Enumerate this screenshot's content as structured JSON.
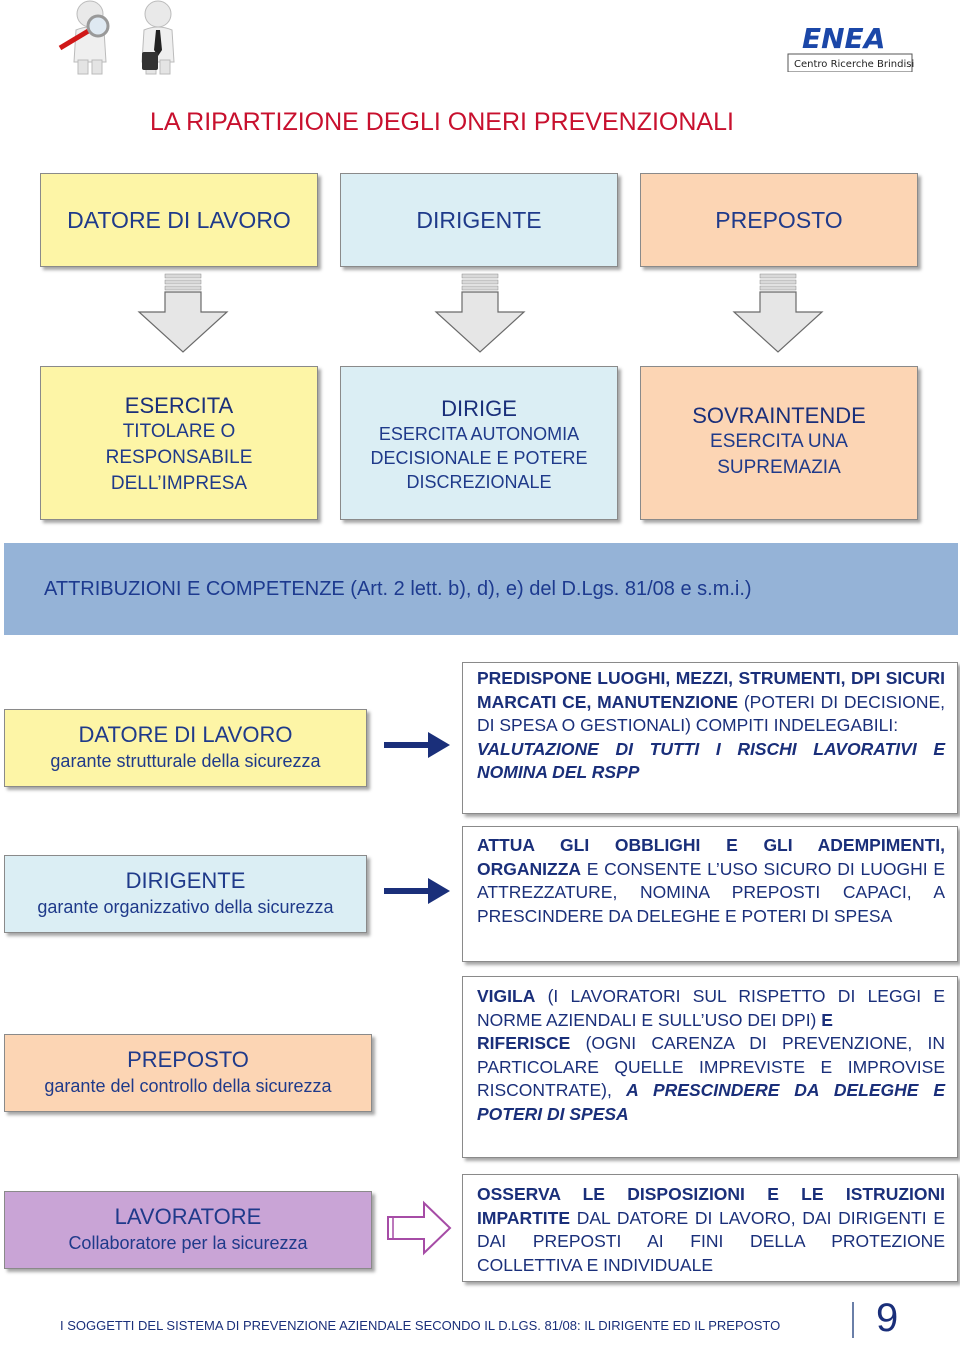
{
  "header": {
    "logo_text": "ENEA",
    "logo_subtext": "Centro Ricerche Brindisi"
  },
  "title": "LA RIPARTIZIONE DEGLI ONERI PREVENZIONALI",
  "top_boxes": [
    {
      "label": "DATORE DI LAVORO",
      "color": "#fdf5a6"
    },
    {
      "label": "DIRIGENTE",
      "color": "#dbeef4"
    },
    {
      "label": "PREPOSTO",
      "color": "#fcd5b4"
    }
  ],
  "role_boxes": [
    {
      "head": "ESERCITA",
      "lines": [
        "TITOLARE O",
        "RESPONSABILE",
        "DELL’IMPRESA"
      ]
    },
    {
      "head": "DIRIGE",
      "lines": [
        "ESERCITA AUTONOMIA",
        "DECISIONALE E POTERE",
        "DISCREZIONALE"
      ]
    },
    {
      "head": "SOVRAINTENDE",
      "lines": [
        "ESERCITA UNA",
        "SUPREMAZIA"
      ]
    }
  ],
  "banner": "ATTRIBUZIONI E COMPETENZE (Art. 2 lett. b), d), e) del D.Lgs. 81/08 e s.m.i.)",
  "rows": [
    {
      "left_title": "DATORE DI LAVORO",
      "left_sub": "garante strutturale della sicurezza",
      "right": {
        "b1": "PREDISPONE LUOGHI, MEZZI, STRUMENTI, DPI SICURI MARCATI CE, MANUTENZIONE",
        "n1": " (POTERI DI DECISIONE, DI SPESA O GESTIONALI) COMPITI INDELEGABILI:",
        "i1": "VALUTAZIONE DI TUTTI I RISCHI LAVORATIVI E NOMINA DEL RSPP"
      }
    },
    {
      "left_title": "DIRIGENTE",
      "left_sub": "garante organizzativo della sicurezza",
      "right": {
        "b1": "ATTUA GLI OBBLIGHI E GLI ADEMPIMENTI, ORGANIZZA",
        "n1": " E CONSENTE L’USO SICURO DI LUOGHI E ATTREZZATURE, NOMINA PREPOSTI CAPACI, A PRESCINDERE DA DELEGHE E POTERI DI SPESA"
      }
    },
    {
      "left_title": "PREPOSTO",
      "left_sub": "garante del controllo della sicurezza",
      "right": {
        "b1": "VIGILA",
        "n1": " (I LAVORATORI SUL RISPETTO DI LEGGI E NORME AZIENDALI E SULL’USO DEI DPI)",
        "b2": " E",
        "b3": "RIFERISCE",
        "n2": " (OGNI CARENZA DI PREVENZIONE, IN PARTICOLARE QUELLE IMPREVISTE E IMPROVISE RISCONTRATE),",
        "i1": " A PRESCINDERE DA DELEGHE E POTERI DI SPESA"
      }
    },
    {
      "left_title": "LAVORATORE",
      "left_sub": "Collaboratore per la sicurezza",
      "right": {
        "b1": "OSSERVA LE DISPOSIZIONI E LE ISTRUZIONI IMPARTITE",
        "n1": " DAL DATORE DI LAVORO, DAI DIRIGENTI E DAI PREPOSTI AI FINI DELLA PROTEZIONE COLLETTIVA E INDIVIDUALE"
      }
    }
  ],
  "footer": {
    "text": "I SOGGETTI DEL SISTEMA DI PREVENZIONE AZIENDALE SECONDO IL D.LGS. 81/08: IL DIRIGENTE ED IL PREPOSTO",
    "page": "9"
  }
}
